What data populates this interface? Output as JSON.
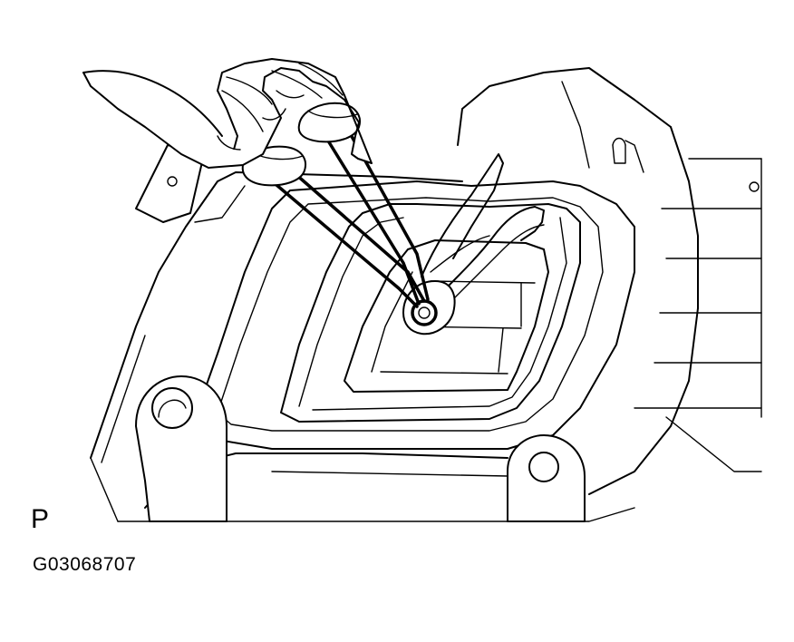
{
  "view_label": "P",
  "figure_code": "G03068707",
  "icons": {
    "illustration": "snap-ring-pliers-on-shift-lever-illustration"
  }
}
